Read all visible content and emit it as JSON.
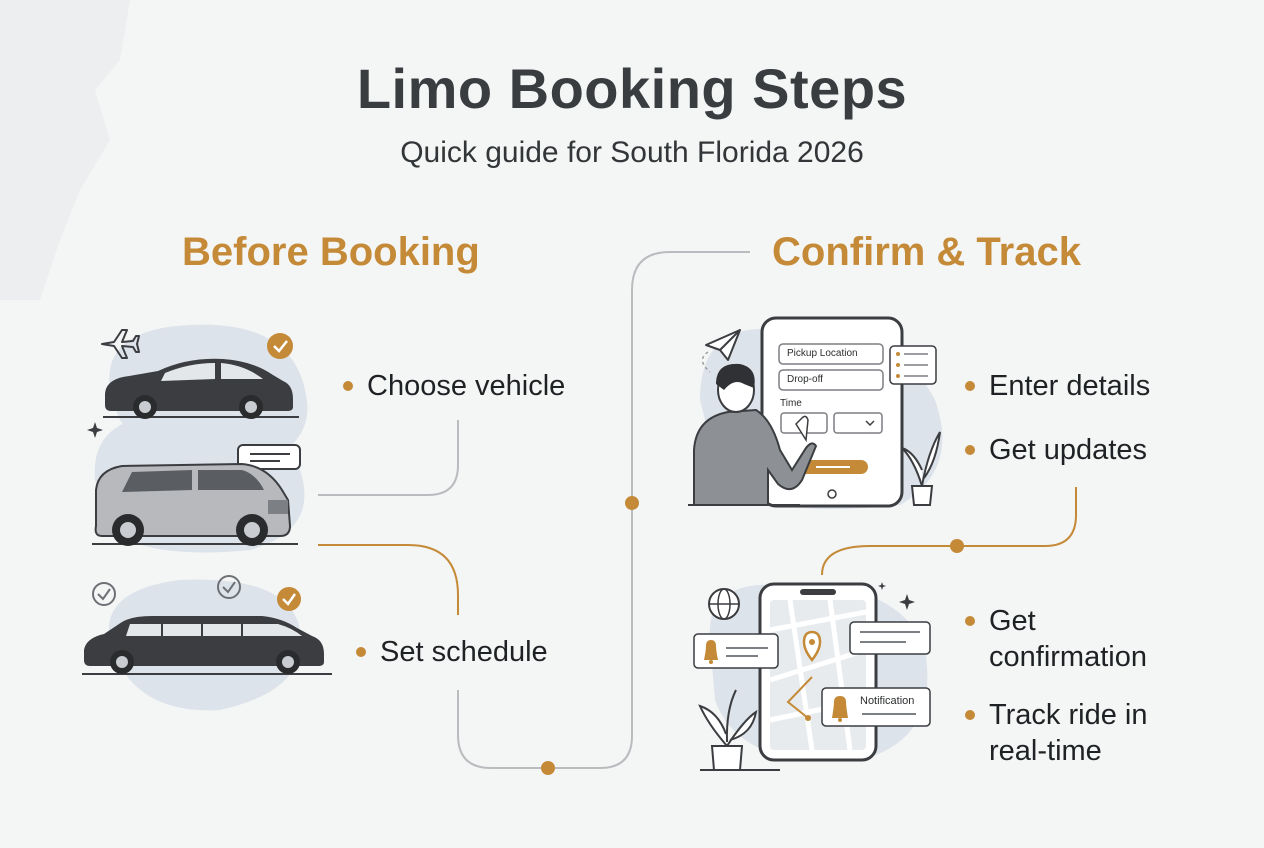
{
  "header": {
    "title": "Limo Booking Steps",
    "subtitle": "Quick guide for South Florida 2026"
  },
  "sections": [
    {
      "heading": "Before Booking",
      "steps": [
        "Choose vehicle",
        "Set schedule"
      ]
    },
    {
      "heading": "Confirm & Track",
      "steps": [
        "Enter details",
        "Get updates",
        "Get confirmation",
        "Track ride in real-time"
      ]
    }
  ],
  "form": {
    "pickup": "Pickup Location",
    "dropoff": "Drop-off",
    "time": "Time"
  },
  "map": {
    "notification": "Notification"
  },
  "colors": {
    "accent": "#c48a37",
    "connector": "#b9bcbe",
    "blob": "#dde3ea",
    "car_dark": "#3b3d40",
    "suv_silver": "#b7b9bc"
  },
  "icons": [
    "airplane-icon",
    "check-icon",
    "chat-bubble-icon",
    "sparkle-icon",
    "paper-plane-icon",
    "globe-icon",
    "bell-icon",
    "map-pin-icon",
    "plant-icon"
  ]
}
